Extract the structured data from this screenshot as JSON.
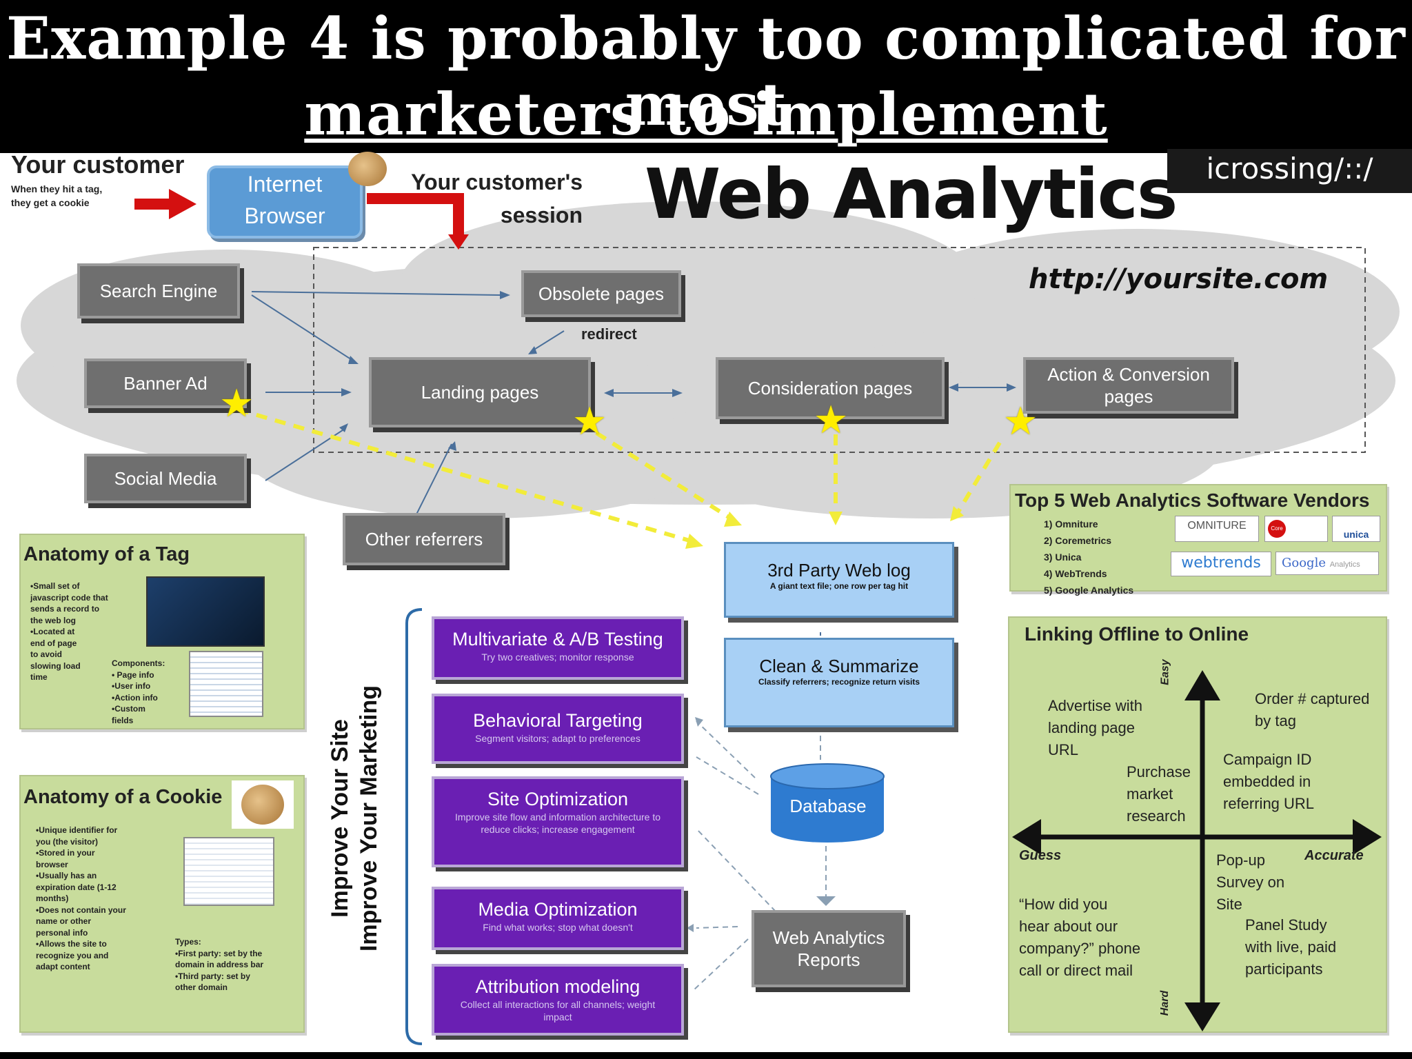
{
  "slide_title": {
    "line1": "Example 4 is probably too complicated for most",
    "line2": "marketers to implement"
  },
  "header": {
    "your_customer": "Your customer",
    "cookie_note_1": "When they hit a tag,",
    "cookie_note_2": "they get a cookie",
    "browser_line1": "Internet",
    "browser_line2": "Browser",
    "session_line1": "Your customer's",
    "session_line2": "session",
    "main_title": "Web Analytics",
    "logo_text": "icrossing/::/"
  },
  "site": {
    "url": "http://yoursite.com",
    "redirect_label": "redirect"
  },
  "sources": {
    "search_engine": "Search Engine",
    "banner_ad": "Banner Ad",
    "social_media": "Social Media",
    "other_referrers": "Other referrers"
  },
  "pages": {
    "obsolete": "Obsolete pages",
    "landing": "Landing pages",
    "consideration": "Consideration pages",
    "action": "Action & Conversion pages"
  },
  "anatomy_tag": {
    "title": "Anatomy of a Tag",
    "bullets": [
      "•Small set of",
      "javascript code that",
      "sends a record to",
      "the web log",
      "•Located at",
      "end of page",
      "to avoid",
      "slowing load",
      "time"
    ],
    "components": [
      "Components:",
      "• Page info",
      "•User info",
      "•Action info",
      "•Custom",
      "fields"
    ]
  },
  "anatomy_cookie": {
    "title": "Anatomy of a Cookie",
    "bullets": [
      "•Unique identifier for",
      "you (the visitor)",
      "•Stored in your",
      "browser",
      "•Usually has an",
      "expiration date (1-12",
      "months)",
      "•Does not contain your",
      "name or other",
      "personal info",
      "•Allows the site to",
      "recognize you and",
      "adapt content"
    ],
    "types": [
      "Types:",
      "•First party: set by the",
      "domain in address bar",
      "•Third party: set by",
      "other domain"
    ]
  },
  "improve": {
    "line1": "Improve Your Site",
    "line2": "Improve Your Marketing"
  },
  "purple_boxes": [
    {
      "title": "Multivariate & A/B Testing",
      "sub": "Try two creatives; monitor response"
    },
    {
      "title": "Behavioral Targeting",
      "sub": "Segment visitors; adapt to preferences"
    },
    {
      "title": "Site Optimization",
      "sub": "Improve site flow and information architecture to reduce clicks; increase engagement"
    },
    {
      "title": "Media Optimization",
      "sub": "Find what works; stop what doesn't"
    },
    {
      "title": "Attribution modeling",
      "sub": "Collect all interactions for all channels; weight impact"
    }
  ],
  "pipeline": {
    "weblog_title": "3rd Party Web log",
    "weblog_sub": "A giant text file; one row per tag hit",
    "clean_title": "Clean & Summarize",
    "clean_sub": "Classify referrers; recognize return visits",
    "database": "Database",
    "reports_line1": "Web Analytics",
    "reports_line2": "Reports"
  },
  "vendors": {
    "title": "Top 5 Web Analytics Software Vendors",
    "list": [
      "1)  Omniture",
      "2)  Coremetrics",
      "3)  Unica",
      "4)  WebTrends",
      "5)  Google Analytics"
    ],
    "logos": {
      "omniture": "OMNITURE",
      "coremetrics": "Core",
      "unica": "unica",
      "webtrends": "webtrends",
      "google": "Google",
      "google_suffix": "Analytics"
    }
  },
  "linking": {
    "title": "Linking Offline to Online",
    "axis_easy": "Easy",
    "axis_hard": "Hard",
    "axis_guess": "Guess",
    "axis_accurate": "Accurate",
    "advertise": [
      "Advertise with",
      "landing page",
      "URL"
    ],
    "order": [
      "Order # captured",
      "by tag"
    ],
    "campaign": [
      "Campaign ID",
      "embedded in",
      "referring URL"
    ],
    "purchase": [
      "Purchase",
      "market",
      "research"
    ],
    "popup": [
      "Pop-up",
      "Survey on",
      "Site"
    ],
    "howdid": [
      "“How did you",
      "hear about our",
      "company?” phone",
      "call or direct mail"
    ],
    "panel": [
      "Panel Study",
      "with live, paid",
      "participants"
    ]
  },
  "colors": {
    "title_bg": "#000000",
    "gray_box": "#6f6f6f",
    "purple_box": "#6a1fb3",
    "blue_box": "#a8d0f5",
    "green_panel": "#c8dc9c",
    "arrow_red": "#d41010",
    "star": "#ffee00"
  }
}
